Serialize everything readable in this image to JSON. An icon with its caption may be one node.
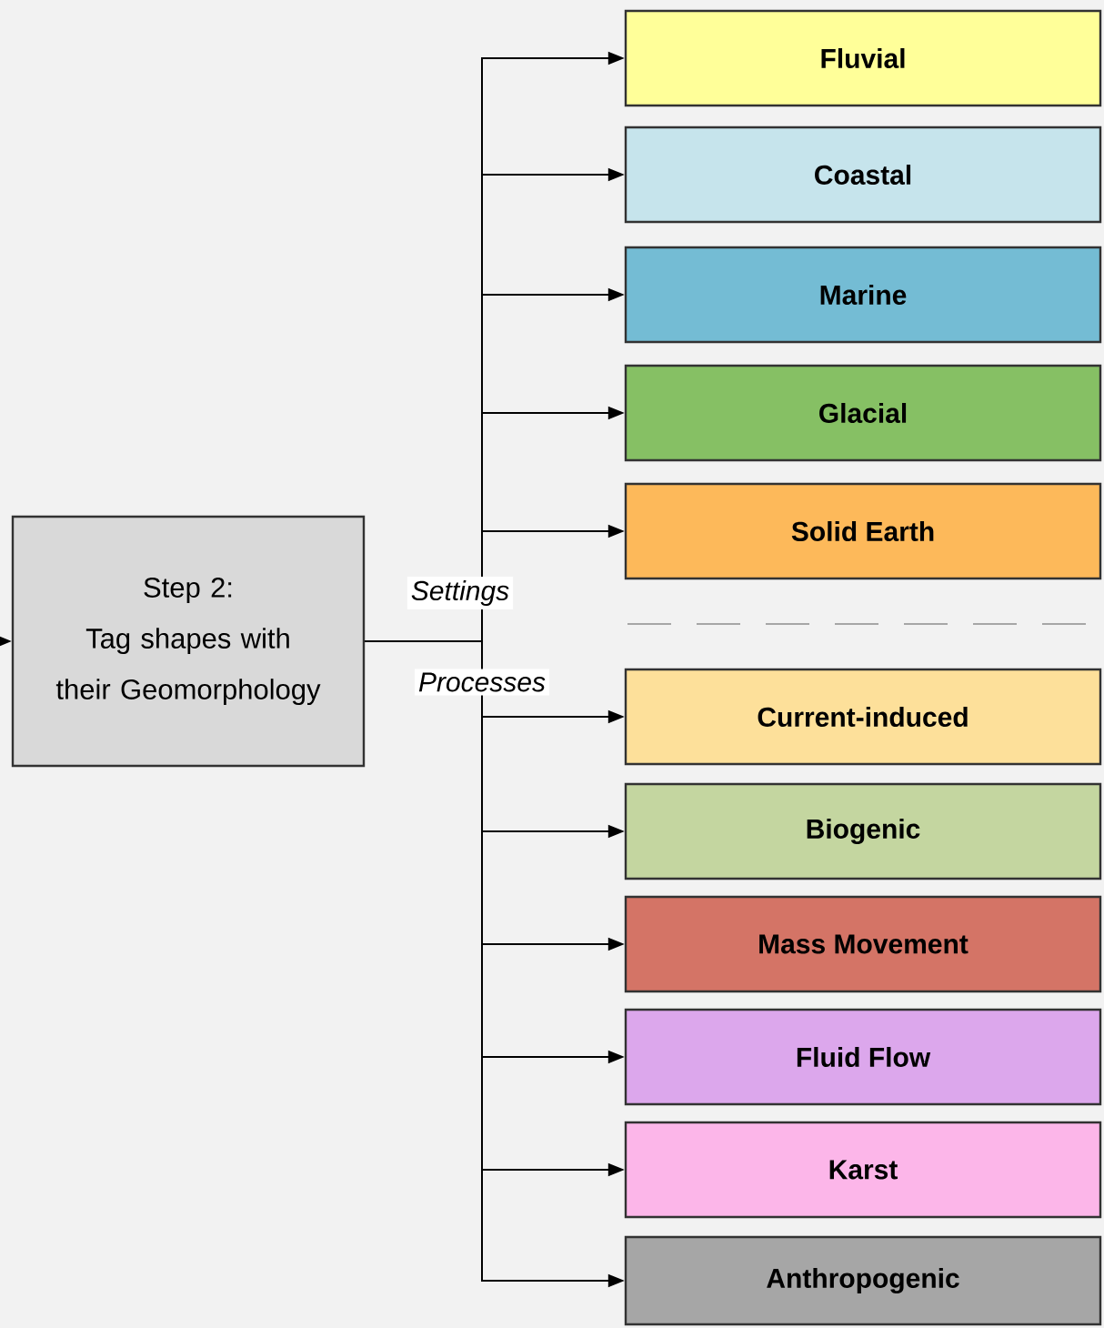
{
  "diagram": {
    "nodes": [
      {
        "text": [
          "Step 2:",
          "Tag shapes with their Geomorphology"
        ]
      },
      {
        "text": [
          "Fluvial"
        ]
      },
      {
        "text": [
          "Coastal"
        ]
      },
      {
        "text": [
          "Marine"
        ]
      },
      {
        "text": [
          "Glacial"
        ]
      },
      {
        "text": [
          "Solid Earth"
        ]
      },
      {
        "text": [
          "Current-induced"
        ]
      },
      {
        "text": [
          "Biogenic"
        ]
      },
      {
        "text": [
          "Mass Movement"
        ]
      },
      {
        "text": [
          "Fluid Flow"
        ]
      },
      {
        "text": [
          "Karst"
        ]
      },
      {
        "text": [
          "Anthropogenic"
        ]
      }
    ],
    "edges": [
      {
        "from": null,
        "to": 0,
        "arrow": "to"
      },
      {
        "from": 0,
        "to": 1,
        "arrow": "to"
      },
      {
        "from": 0,
        "to": 2,
        "arrow": "to"
      },
      {
        "from": 0,
        "to": 3,
        "arrow": "to"
      },
      {
        "from": 0,
        "to": 4,
        "arrow": "to"
      },
      {
        "from": 0,
        "to": 5,
        "arrow": "to"
      },
      {
        "from": 0,
        "to": 6,
        "arrow": "to"
      },
      {
        "from": 0,
        "to": 7,
        "arrow": "to"
      },
      {
        "from": 0,
        "to": 8,
        "arrow": "to"
      },
      {
        "from": 0,
        "to": 9,
        "arrow": "to"
      },
      {
        "from": 0,
        "to": 10,
        "arrow": "to"
      },
      {
        "from": 0,
        "to": 11,
        "arrow": "to"
      }
    ],
    "labels": [
      "Settings",
      "Processes"
    ]
  }
}
